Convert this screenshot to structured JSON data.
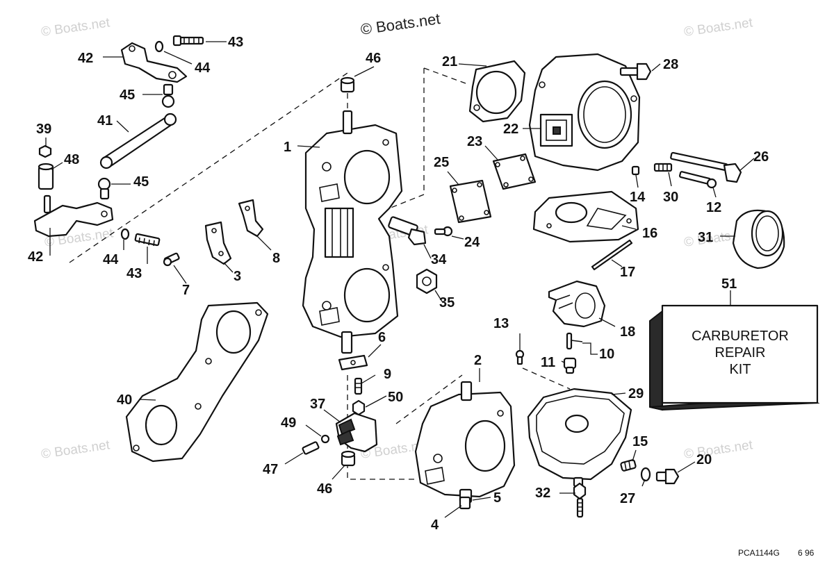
{
  "watermarks": {
    "main": "© Boats.net",
    "faint": "© Boats.net"
  },
  "labels": {
    "p1": "1",
    "p2": "2",
    "p3": "3",
    "p4": "4",
    "p5": "5",
    "p6": "6",
    "p7": "7",
    "p8": "8",
    "p9": "9",
    "p10": "10",
    "p11": "11",
    "p12": "12",
    "p13": "13",
    "p14": "14",
    "p15": "15",
    "p16": "16",
    "p17": "17",
    "p18": "18",
    "p20": "20",
    "p21": "21",
    "p22": "22",
    "p23": "23",
    "p24": "24",
    "p25": "25",
    "p26": "26",
    "p27": "27",
    "p28": "28",
    "p29": "29",
    "p30": "30",
    "p31": "31",
    "p32": "32",
    "p34": "34",
    "p35": "35",
    "p37": "37",
    "p39": "39",
    "p40": "40",
    "p41": "41",
    "p42": "42",
    "p43": "43",
    "p44": "44",
    "p45": "45",
    "p46": "46",
    "p47": "47",
    "p48": "48",
    "p49": "49",
    "p50": "50",
    "p51": "51"
  },
  "kit": {
    "line1": "CARBURETOR",
    "line2": "REPAIR",
    "line3": "KIT"
  },
  "footer": {
    "code": "PCA1144G",
    "date": "6 96"
  }
}
